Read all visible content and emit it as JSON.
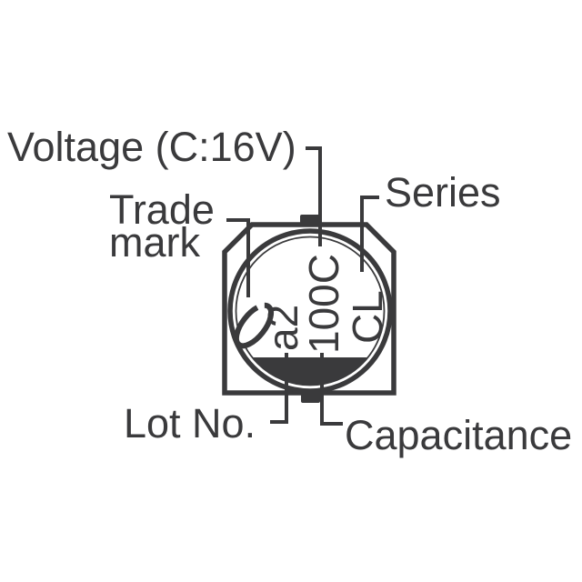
{
  "labels": {
    "voltage": "Voltage (C:16V)",
    "trade_mark_line1": "Trade",
    "trade_mark_line2": "mark",
    "series": "Series",
    "lot_no": "Lot No.",
    "capacitance": "Capacitance"
  },
  "markings": {
    "lot_code": "a2",
    "capacitance_and_voltage_code": "100C",
    "series_code": "CL"
  },
  "colors": {
    "ink": "#3a3a3c",
    "background": "#ffffff"
  }
}
